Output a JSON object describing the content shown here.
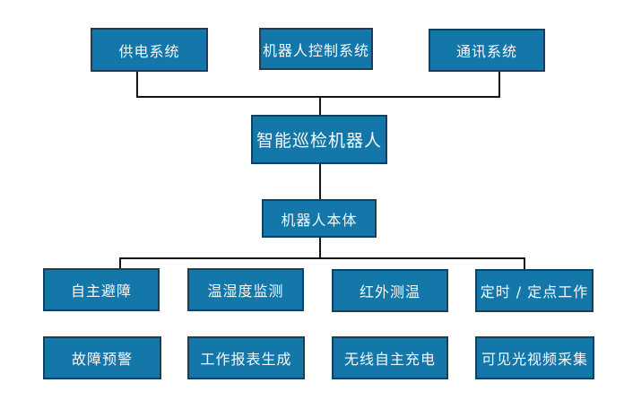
{
  "diagram": {
    "description": "Hierarchy diagram of an intelligent inspection robot system",
    "colors": {
      "node_fill": "#1377a9",
      "node_border": "#17405e",
      "connector": "#141414",
      "node_text": "#f7f9fa",
      "background": "#ffffff"
    },
    "nodes": {
      "power_system": {
        "label": "供电系统"
      },
      "robot_control_system": {
        "label": "机器人控制系统"
      },
      "communication_system": {
        "label": "通讯系统"
      },
      "intelligent_inspection_robot": {
        "label": "智能巡检机器人"
      },
      "robot_body": {
        "label": "机器人本体"
      },
      "autonomous_obstacle_avoidance": {
        "label": "自主避障"
      },
      "temperature_humidity_monitoring": {
        "label": "温湿度监测"
      },
      "infrared_temperature_measurement": {
        "label": "红外测温"
      },
      "timed_fixed_point_work": {
        "label": "定时 / 定点工作"
      },
      "fault_warning": {
        "label": "故障预警"
      },
      "work_report_generation": {
        "label": "工作报表生成"
      },
      "wireless_autonomous_charging": {
        "label": "无线自主充电"
      },
      "visible_light_video_capture": {
        "label": "可见光视频采集"
      }
    },
    "edges": [
      {
        "from": "power_system",
        "to": "intelligent_inspection_robot"
      },
      {
        "from": "robot_control_system",
        "to": "intelligent_inspection_robot"
      },
      {
        "from": "communication_system",
        "to": "intelligent_inspection_robot"
      },
      {
        "from": "intelligent_inspection_robot",
        "to": "robot_body"
      },
      {
        "from": "robot_body",
        "to": "autonomous_obstacle_avoidance"
      },
      {
        "from": "robot_body",
        "to": "temperature_humidity_monitoring"
      },
      {
        "from": "robot_body",
        "to": "infrared_temperature_measurement"
      },
      {
        "from": "robot_body",
        "to": "timed_fixed_point_work"
      }
    ]
  }
}
